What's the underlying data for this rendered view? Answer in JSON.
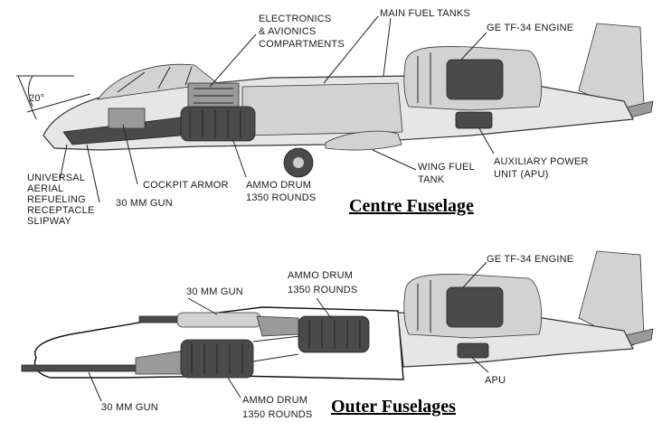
{
  "top": {
    "labels": {
      "electronics": [
        "ELECTRONICS",
        "& AVIONICS",
        "COMPARTMENTS"
      ],
      "main_fuel": "MAIN FUEL TANKS",
      "engine": "GE TF-34 ENGINE",
      "angle": "20°",
      "refuel": [
        "UNIVERSAL",
        "AERIAL",
        "REFUELING",
        "RECEPTACLE",
        "SLIPWAY"
      ],
      "cockpit_armor": "COCKPIT ARMOR",
      "gun": "30 MM GUN",
      "ammo": [
        "AMMO DRUM",
        "1350 ROUNDS"
      ],
      "wing_fuel": [
        "WING FUEL",
        "TANK"
      ],
      "apu": [
        "AUXILIARY POWER",
        "UNIT (APU)"
      ]
    },
    "caption": "Centre Fuselage"
  },
  "bottom": {
    "labels": {
      "gun_top": "30 MM GUN",
      "ammo_top": [
        "AMMO DRUM",
        "1350 ROUNDS"
      ],
      "engine": "GE TF-34 ENGINE",
      "apu": "APU",
      "gun_bottom": "30 MM GUN",
      "ammo_bottom": [
        "AMMO DRUM",
        "1350 ROUNDS"
      ]
    },
    "caption": "Outer Fuselages"
  }
}
